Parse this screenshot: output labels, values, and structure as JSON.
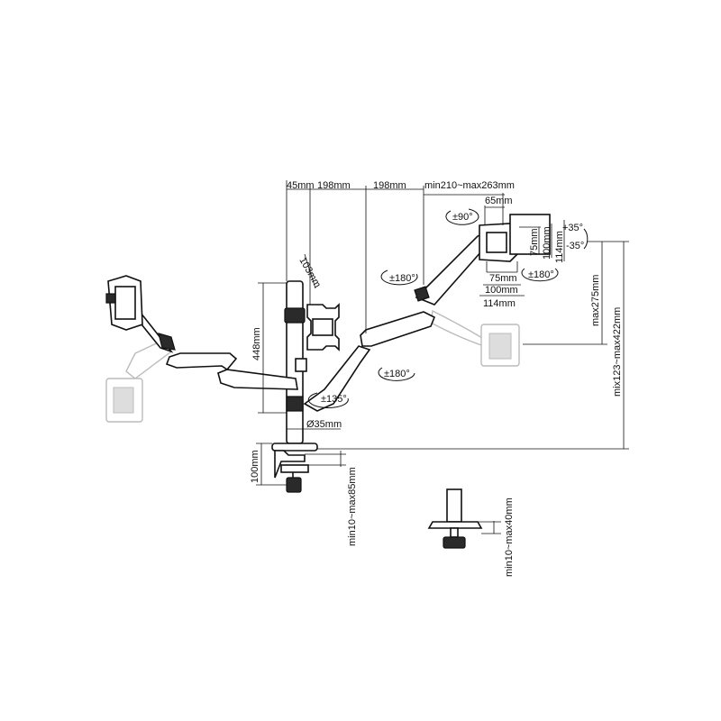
{
  "dimensions": {
    "top_45": "45mm",
    "top_198_a": "198mm",
    "top_198_b": "198mm",
    "top_range": "min210~max263mm",
    "vesa_65": "65mm",
    "arm_103": "103mm",
    "pole_448": "448mm",
    "pole_diameter": "Ø35mm",
    "clamp_100": "100mm",
    "clamp_range": "min10~max85mm",
    "grommet_range": "min10~max40mm",
    "height_275": "max275mm",
    "height_range": "mix123~max422mm",
    "vesa_75_v": "75mm",
    "vesa_100_v": "100mm",
    "vesa_114_v": "114mm",
    "vesa_75_h": "75mm",
    "vesa_100_h": "100mm",
    "vesa_114_h": "114mm"
  },
  "rotations": {
    "rot_90": "±90°",
    "rot_180_upper": "±180°",
    "rot_180_vesa": "±180°",
    "rot_180_middle": "±180°",
    "rot_135": "±135°",
    "tilt_up": "+35°",
    "tilt_down": "-35°"
  }
}
